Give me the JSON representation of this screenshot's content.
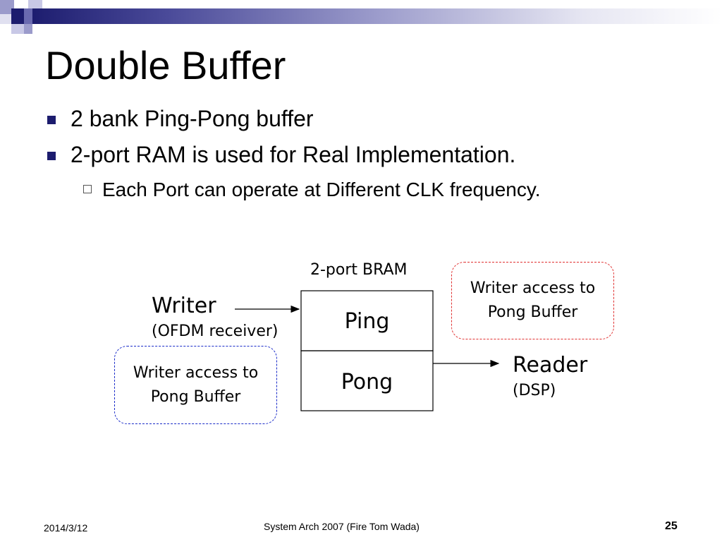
{
  "slide": {
    "title": "Double Buffer",
    "bullets": [
      {
        "text": "2 bank Ping-Pong buffer"
      },
      {
        "text": "2-port RAM is used for Real Implementation."
      }
    ],
    "sub_bullets": [
      {
        "text": "Each Port can operate at Different CLK frequency."
      }
    ]
  },
  "diagram": {
    "bram_label": "2-port BRAM",
    "bank_top": "Ping",
    "bank_bottom": "Pong",
    "writer_label": "Writer",
    "writer_sub": "(OFDM receiver)",
    "reader_label": "Reader",
    "reader_sub": "(DSP)",
    "callout_left": [
      "Writer access to",
      "Pong Buffer"
    ],
    "callout_right": [
      "Writer access to",
      "Pong Buffer"
    ]
  },
  "footer": {
    "date": "2014/3/12",
    "center": "System Arch 2007  (Fire Tom Wada)",
    "page": "25"
  },
  "colors": {
    "header_dark": "#1c1c6e",
    "callout_left_border": "#1a2bc9",
    "callout_right_border": "#e03030"
  }
}
